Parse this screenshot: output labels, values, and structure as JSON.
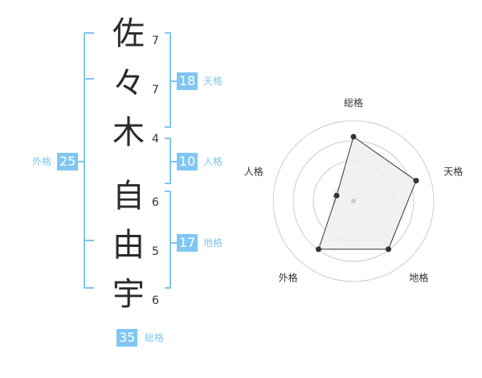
{
  "name": {
    "characters": [
      {
        "char": "佐",
        "strokes": "7"
      },
      {
        "char": "々",
        "strokes": "7"
      },
      {
        "char": "木",
        "strokes": "4"
      },
      {
        "char": "自",
        "strokes": "6"
      },
      {
        "char": "由",
        "strokes": "5"
      },
      {
        "char": "宇",
        "strokes": "6"
      }
    ]
  },
  "fortunes": {
    "tenkaku": {
      "value": "18",
      "label": "天格"
    },
    "jinkaku": {
      "value": "10",
      "label": "人格"
    },
    "chikaku": {
      "value": "17",
      "label": "地格"
    },
    "gaikaku": {
      "value": "25",
      "label": "外格"
    },
    "soukaku": {
      "value": "35",
      "label": "総格"
    }
  },
  "colors": {
    "accent": "#80c6f2",
    "text": "#333333",
    "radar_fill": "#eeeeee",
    "radar_grid": "#cccccc"
  },
  "chart_data": {
    "type": "radar",
    "axes": [
      "総格",
      "天格",
      "地格",
      "外格",
      "人格"
    ],
    "values": [
      0.8,
      0.82,
      0.74,
      0.74,
      0.22
    ],
    "rings": 4,
    "grid": true
  }
}
